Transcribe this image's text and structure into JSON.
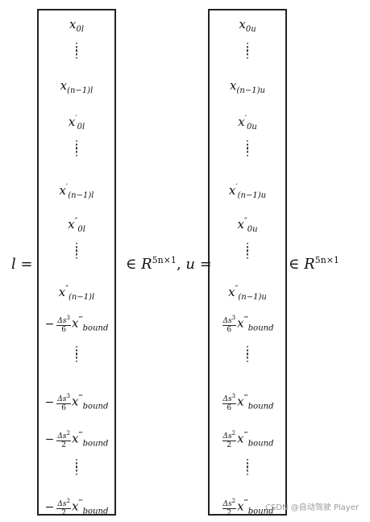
{
  "lhs": {
    "l_symbol": "l",
    "equals1": "=",
    "in1": "∈",
    "R1": "R",
    "exp1": "5n×1",
    "comma": ",",
    "u_symbol": "u",
    "equals2": "=",
    "in2": "∈",
    "R2": "R",
    "exp2": "5n×1"
  },
  "l_vector": {
    "r1": {
      "base": "x",
      "sub": "0l"
    },
    "r3": {
      "base": "x",
      "sub": "(n−1)l"
    },
    "r4": {
      "base": "x",
      "prime": "′",
      "sub": "0l"
    },
    "r6": {
      "base": "x",
      "prime": "′",
      "sub": "(n−1)l"
    },
    "r7": {
      "base": "x",
      "prime": "″",
      "sub": "0l"
    },
    "r9": {
      "base": "x",
      "prime": "″",
      "sub": "(n−1)l"
    },
    "r10": {
      "sign": "−",
      "num": "Δs",
      "num_exp": "3",
      "den": "6",
      "base": "x",
      "prime": "‴",
      "sub": "bound"
    },
    "r12": {
      "sign": "−",
      "num": "Δs",
      "num_exp": "3",
      "den": "6",
      "base": "x",
      "prime": "‴",
      "sub": "bound"
    },
    "r13": {
      "sign": "−",
      "num": "Δs",
      "num_exp": "2",
      "den": "2",
      "base": "x",
      "prime": "‴",
      "sub": "bound"
    },
    "r15": {
      "sign": "−",
      "num": "Δs",
      "num_exp": "2",
      "den": "2",
      "base": "x",
      "prime": "‴",
      "sub": "bound"
    }
  },
  "u_vector": {
    "r1": {
      "base": "x",
      "sub": "0u"
    },
    "r3": {
      "base": "x",
      "sub": "(n−1)u"
    },
    "r4": {
      "base": "x",
      "prime": "′",
      "sub": "0u"
    },
    "r6": {
      "base": "x",
      "prime": "′",
      "sub": "(n−1)u"
    },
    "r7": {
      "base": "x",
      "prime": "″",
      "sub": "0u"
    },
    "r9": {
      "base": "x",
      "prime": "″",
      "sub": "(n−1)u"
    },
    "r10": {
      "num": "Δs",
      "num_exp": "3",
      "den": "6",
      "base": "x",
      "prime": "‴",
      "sub": "bound"
    },
    "r12": {
      "num": "Δs",
      "num_exp": "3",
      "den": "6",
      "base": "x",
      "prime": "‴",
      "sub": "bound"
    },
    "r13": {
      "num": "Δs",
      "num_exp": "2",
      "den": "2",
      "base": "x",
      "prime": "‴",
      "sub": "bound"
    },
    "r15": {
      "num": "Δs",
      "num_exp": "2",
      "den": "2",
      "base": "x",
      "prime": "‴",
      "sub": "bound"
    }
  },
  "vdots": "⋮",
  "watermark": "CSDN @自动驾驶 Player"
}
